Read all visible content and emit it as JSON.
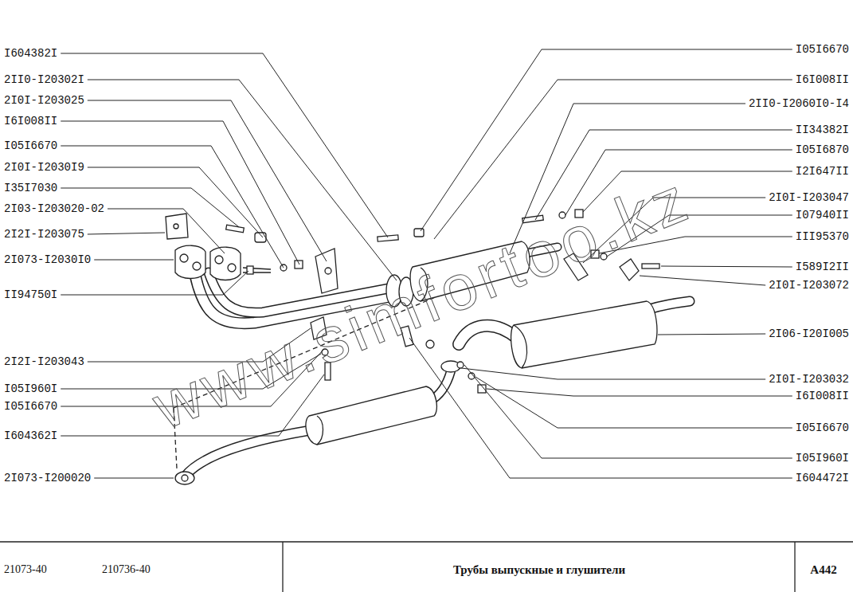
{
  "diagram": {
    "title": "Трубы выпускные и глушители",
    "labels": [
      "I604382I",
      "2II0-I20302I",
      "2I0I-I203025",
      "I6I008II",
      "I05I6670",
      "2I0I-I2030I9",
      "I35I7030",
      "2I03-I203020-02",
      "2I2I-I203075",
      "2I073-I2030I0",
      "II94750I",
      "2I2I-I203043",
      "I05I960I",
      "I05I6670",
      "I604362I",
      "2I073-I200020",
      "I05I6670",
      "I6I008II",
      "2II0-I2060I0-I4",
      "II34382I",
      "I05I6870",
      "I2I647II",
      "2I0I-I203047",
      "I07940II",
      "III95370",
      "I589I2II",
      "2I0I-I203072",
      "2I06-I20I005",
      "2I0I-I203032",
      "I6I008II",
      "I05I6670",
      "I05I960I",
      "I604472I",
      "21073-40",
      "210736-40",
      "A442",
      "www.simfortoo.kz"
    ]
  }
}
